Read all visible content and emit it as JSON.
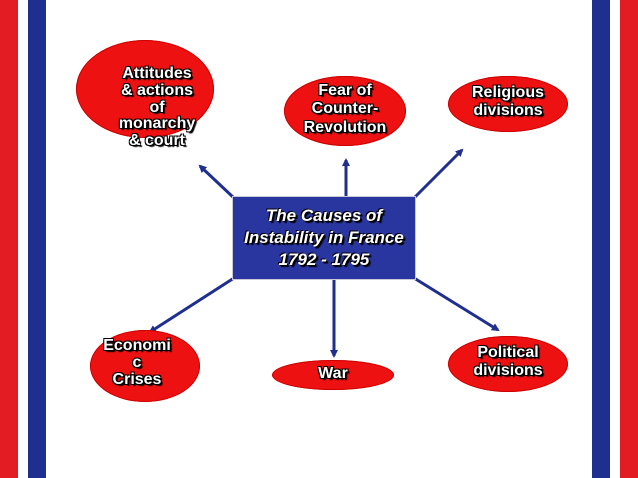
{
  "colors": {
    "red": "#e31b23",
    "blue": "#1f2f8f",
    "node_red": "#ee1111",
    "center_blue": "#2a36a0",
    "arrow_blue": "#1f2f8f"
  },
  "center": {
    "title": "The Causes of\nInstability in France\n1792 - 1795"
  },
  "nodes": {
    "attitudes": "Attitudes\n& actions\nof\nmonarchy\n& court",
    "fear": "Fear of\nCounter-\nRevolution",
    "religious": "Religious\ndivisions",
    "economic": "Economi\nc\nCrises",
    "war": "War",
    "political": "Political\ndivisions"
  }
}
